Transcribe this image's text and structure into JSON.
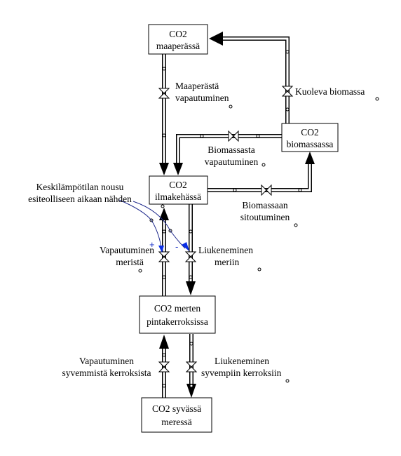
{
  "stocks": {
    "soil": [
      "CO2",
      "maaperässä"
    ],
    "atmosphere": [
      "CO2",
      "ilmakehässä"
    ],
    "biomass": [
      "CO2",
      "biomassassa"
    ],
    "ocean_surface": [
      "CO2 merten",
      "pintakerroksissa"
    ],
    "deep_ocean": [
      "CO2 syvässä",
      "meressä"
    ]
  },
  "flows": {
    "release_from_soil": [
      "Maaperästä",
      "vapautuminen"
    ],
    "dying_biomass": [
      "Kuoleva biomassa"
    ],
    "release_from_biomass": [
      "Biomassasta",
      "vapautuminen"
    ],
    "binding_to_biomass": [
      "Biomassaan",
      "sitoutuminen"
    ],
    "release_from_seas": [
      "Vapautuminen",
      "meristä"
    ],
    "dissolving_into_seas": [
      "Liukeneminen",
      "meriin"
    ],
    "release_from_deeper": [
      "Vapautuminen",
      "syvemmistä kerroksista"
    ],
    "dissolving_into_deeper": [
      "Liukeneminen",
      "syvempiin kerroksiin"
    ]
  },
  "auxiliary": {
    "temperature_rise": [
      "Keskilämpötilan nousu",
      "esiteolliseen aikaan nähden"
    ]
  },
  "link_signs": {
    "positive": "+",
    "negative": "-"
  }
}
